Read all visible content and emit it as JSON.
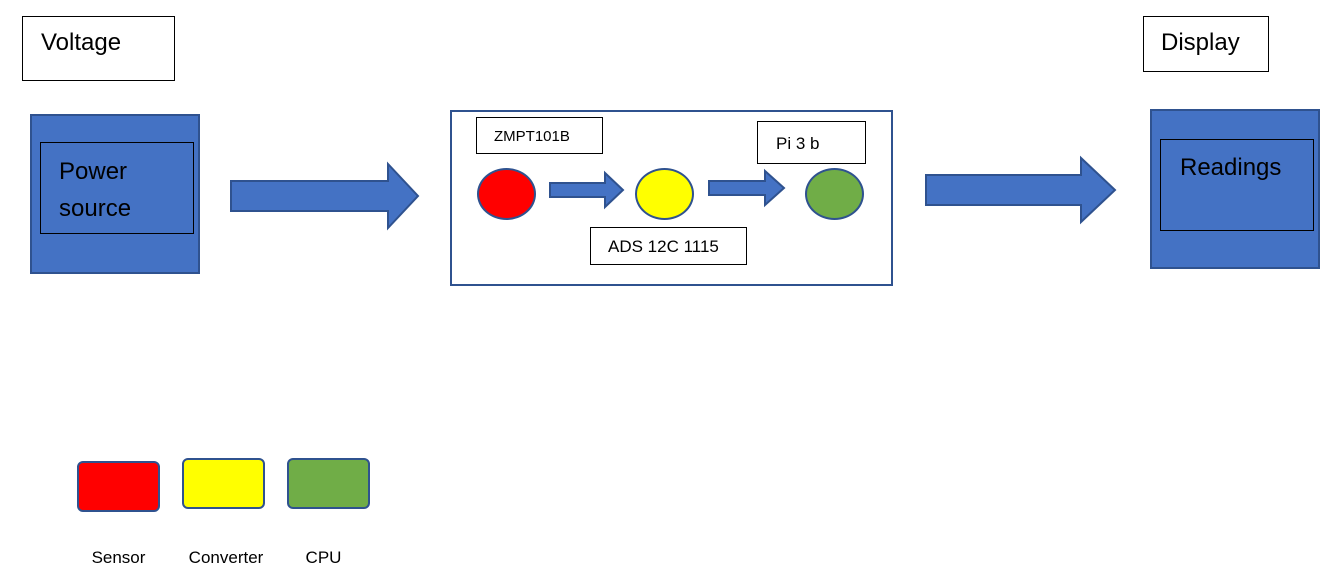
{
  "labels": {
    "voltage": "Voltage",
    "display": "Display",
    "power_source_line1": "Power",
    "power_source_line2": "source",
    "readings": "Readings",
    "zmpt": "ZMPT101B",
    "pi": "Pi 3 b",
    "ads": "ADS 12C 1115"
  },
  "legend": [
    {
      "label": "Sensor",
      "color": "#ff0000"
    },
    {
      "label": "Converter",
      "color": "#ffff00"
    },
    {
      "label": "CPU",
      "color": "#70ad47"
    }
  ],
  "colors": {
    "blue_fill": "#4472c4",
    "blue_border": "#2f528f",
    "sensor": "#ff0000",
    "converter": "#ffff00",
    "cpu": "#70ad47"
  }
}
